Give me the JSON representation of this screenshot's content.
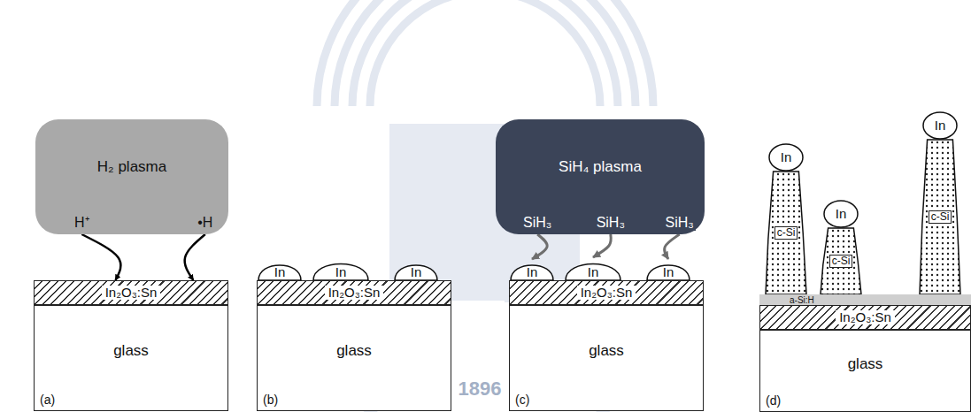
{
  "diagram": {
    "nodes": [
      {
        "text": [
          "H₂ plasma"
        ]
      },
      {
        "text": [
          "In₂O₃:Sn"
        ]
      },
      {
        "text": [
          "glass",
          "(a)"
        ]
      },
      {
        "text": [
          "In"
        ]
      },
      {
        "text": [
          "In"
        ]
      },
      {
        "text": [
          "In"
        ]
      },
      {
        "text": [
          "In₂O₃:Sn"
        ]
      },
      {
        "text": [
          "glass",
          "(b)"
        ]
      },
      {
        "text": [
          "SiH₄ plasma"
        ]
      },
      {
        "text": [
          "In"
        ]
      },
      {
        "text": [
          "In"
        ]
      },
      {
        "text": [
          "In"
        ]
      },
      {
        "text": [
          "In₂O₃:Sn"
        ]
      },
      {
        "text": [
          "glass",
          "(c)"
        ]
      },
      {
        "text": [
          "In"
        ]
      },
      {
        "text": [
          "c-Si"
        ]
      },
      {
        "text": [
          "In"
        ]
      },
      {
        "text": [
          "c-Si"
        ]
      },
      {
        "text": [
          "In"
        ]
      },
      {
        "text": [
          "c-Si"
        ]
      },
      {
        "text": [
          "a-Si:H"
        ]
      },
      {
        "text": [
          "In₂O₃:Sn"
        ]
      },
      {
        "text": [
          "glass",
          "(d)"
        ]
      }
    ],
    "edges": [
      {
        "from": 0,
        "to": 1,
        "arrow": "to",
        "label": "H⁺"
      },
      {
        "from": 0,
        "to": 1,
        "arrow": "to",
        "label": "•H"
      },
      {
        "from": 8,
        "to": 9,
        "arrow": "to",
        "label": "SiH₃"
      },
      {
        "from": 8,
        "to": 10,
        "arrow": "to",
        "label": "SiH₃"
      },
      {
        "from": 8,
        "to": 11,
        "arrow": "to",
        "label": "SiH₃"
      }
    ],
    "labels": [
      "1896"
    ]
  }
}
